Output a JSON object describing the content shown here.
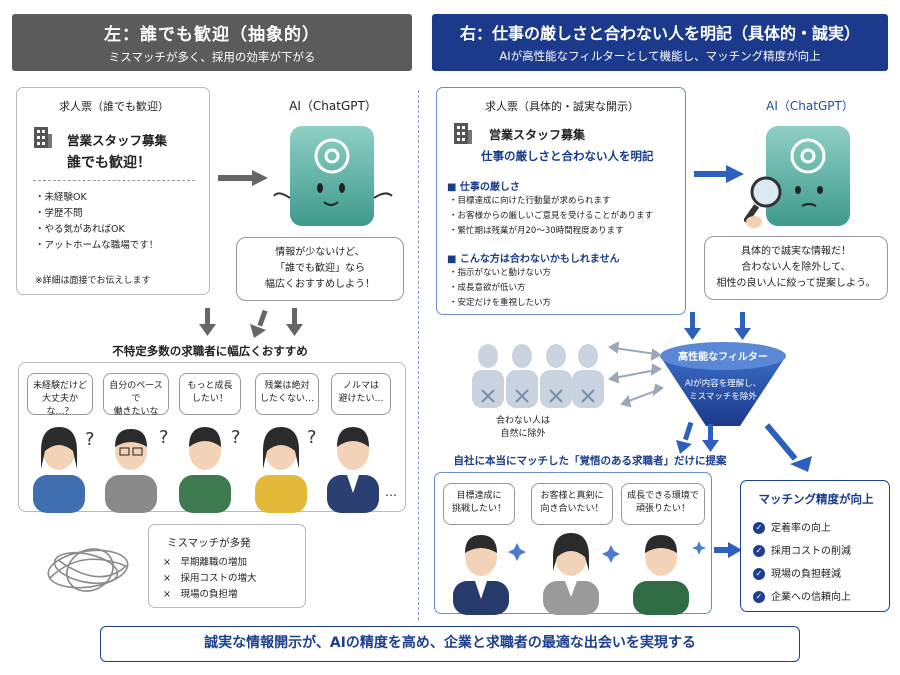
{
  "left": {
    "header_title": "左：誰でも歓迎（抽象的）",
    "header_sub": "ミスマッチが多く、採用の効率が下がる",
    "job": {
      "label": "求人票（誰でも歓迎）",
      "title1": "営業スタッフ募集",
      "title2": "誰でも歓迎！",
      "items": [
        "・未経験OK",
        "・学歴不問",
        "・やる気があればOK",
        "・アットホームな職場です！"
      ],
      "note": "※詳細は面接でお伝えします"
    },
    "ai_label": "AI（ChatGPT）",
    "ai_bubble": [
      "情報が少ないけど、",
      "「誰でも歓迎」なら",
      "幅広くおすすめしよう！"
    ],
    "recommend_title": "不特定多数の求職者に幅広くおすすめ",
    "bubbles": [
      [
        "未経験だけど",
        "大丈夫かな…？"
      ],
      [
        "自分のペースで",
        "働きたいな"
      ],
      [
        "もっと成長",
        "したい！"
      ],
      [
        "残業は絶対",
        "したくない…"
      ],
      [
        "ノルマは",
        "避けたい…"
      ]
    ],
    "ellipsis": "…",
    "mismatch": {
      "title": "ミスマッチが多発",
      "items": [
        "×　早期離職の増加",
        "×　採用コストの増大",
        "×　現場の負担増"
      ]
    }
  },
  "right": {
    "header_title": "右：仕事の厳しさと合わない人を明記（具体的・誠実）",
    "header_sub": "AIが高性能なフィルターとして機能し、マッチング精度が向上",
    "job": {
      "label": "求人票（具体的・誠実な開示）",
      "title1": "営業スタッフ募集",
      "title2": "仕事の厳しさと合わない人を明記",
      "sec1": "■ 仕事の厳しさ",
      "sec1_items": [
        "・目標達成に向けた行動量が求められます",
        "・お客様からの厳しいご意見を受けることがあります",
        "・繁忙期は残業が月20〜30時間程度あります"
      ],
      "sec2": "■ こんな方は合わないかもしれません",
      "sec2_items": [
        "・指示がないと動けない方",
        "・成長意欲が低い方",
        "・安定だけを重視したい方"
      ]
    },
    "ai_label": "AI（ChatGPT）",
    "ai_bubble": [
      "具体的で誠実な情報だ！",
      "合わない人を除外して、",
      "相性の良い人に絞って提案しよう。"
    ],
    "filter_title": "高性能なフィルター",
    "filter_text": [
      "AIが内容を理解し、",
      "ミスマッチを除外"
    ],
    "excluded": [
      "合わない人は",
      "自然に除外"
    ],
    "match_title": "自社に本当にマッチした「覚悟のある求職者」だけに提案",
    "bubbles": [
      [
        "目標達成に",
        "挑戦したい！"
      ],
      [
        "お客様と真剣に",
        "向き合いたい！"
      ],
      [
        "成長できる環境で",
        "頑張りたい！"
      ]
    ],
    "result": {
      "title": "マッチング精度が向上",
      "items": [
        "定着率の向上",
        "採用コストの削減",
        "現場の負担軽減",
        "企業への信頼向上"
      ]
    }
  },
  "footer": "誠実な情報開示が、AIの精度を高め、企業と求職者の最適な出会いを実現する",
  "colors": {
    "gray_header": "#5b5b5b",
    "navy_header": "#1c3a8c",
    "teal": "#4fa99a",
    "arrow_blue": "#2d5fbf"
  }
}
